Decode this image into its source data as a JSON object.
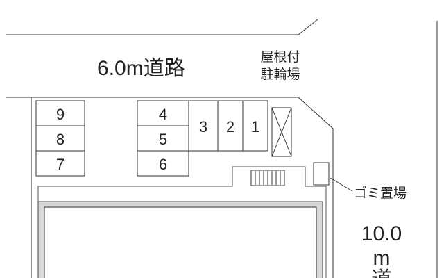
{
  "road_top": {
    "label": "6.0m道路"
  },
  "bicycle_shelter": {
    "label_line1": "屋根付",
    "label_line2": "駐輪場"
  },
  "garbage_area": {
    "label": "ゴミ置場"
  },
  "road_right": {
    "label_line1": "10.0",
    "label_line2": "m",
    "label_line3": "道"
  },
  "parking": {
    "left_column": [
      "9",
      "8",
      "7"
    ],
    "middle_column": [
      "4",
      "5",
      "6"
    ],
    "top_row": [
      "3",
      "2",
      "1"
    ]
  },
  "colors": {
    "line": "#333333",
    "building_fill": "#d9d9d9",
    "building_border": "#444444"
  }
}
